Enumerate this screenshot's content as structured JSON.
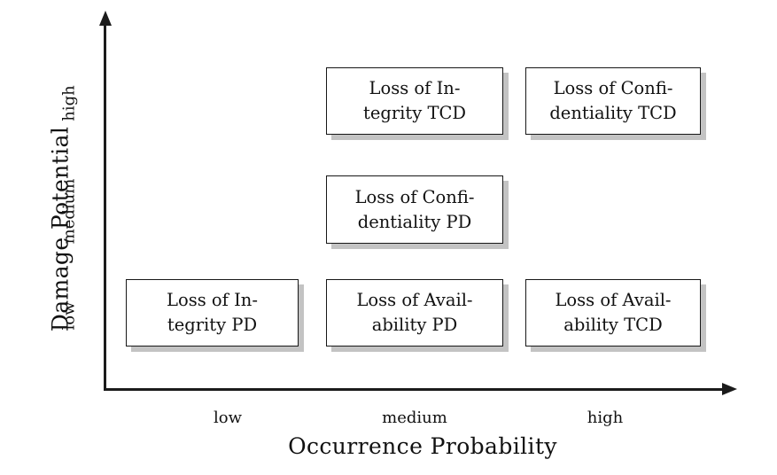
{
  "chart_data": {
    "type": "heatmap",
    "title": "",
    "xlabel": "Occurrence Probability",
    "ylabel": "Damage Potential",
    "x_categories": [
      "low",
      "medium",
      "high"
    ],
    "y_categories": [
      "low",
      "medium",
      "high"
    ],
    "grid": false,
    "legend": "none",
    "cells": [
      {
        "x": "low",
        "y": "low",
        "label": "Loss of Integrity PD",
        "line1": "Loss of In-",
        "line2": "tegrity PD"
      },
      {
        "x": "medium",
        "y": "low",
        "label": "Loss of Availability PD",
        "line1": "Loss of Avail-",
        "line2": "ability PD"
      },
      {
        "x": "high",
        "y": "low",
        "label": "Loss of Availability TCD",
        "line1": "Loss of Avail-",
        "line2": "ability TCD"
      },
      {
        "x": "medium",
        "y": "medium",
        "label": "Loss of Confidentiality PD",
        "line1": "Loss of Confi-",
        "line2": "dentiality PD"
      },
      {
        "x": "medium",
        "y": "high",
        "label": "Loss of Integrity TCD",
        "line1": "Loss of In-",
        "line2": "tegrity TCD"
      },
      {
        "x": "high",
        "y": "high",
        "label": "Loss of Confidentiality TCD",
        "line1": "Loss of Confi-",
        "line2": "dentiality TCD"
      }
    ]
  },
  "axes": {
    "y": {
      "title": "Damage Potential",
      "ticks": {
        "low": "low",
        "medium": "medium",
        "high": "high"
      }
    },
    "x": {
      "title": "Occurrence Probability",
      "ticks": {
        "low": "low",
        "medium": "medium",
        "high": "high"
      }
    }
  },
  "colors": {
    "axis": "#1b1b1b",
    "box_border": "#171717",
    "box_fill": "#ffffff",
    "box_shadow": "#c3c3c3",
    "text": "#111111",
    "background": "#ffffff"
  }
}
